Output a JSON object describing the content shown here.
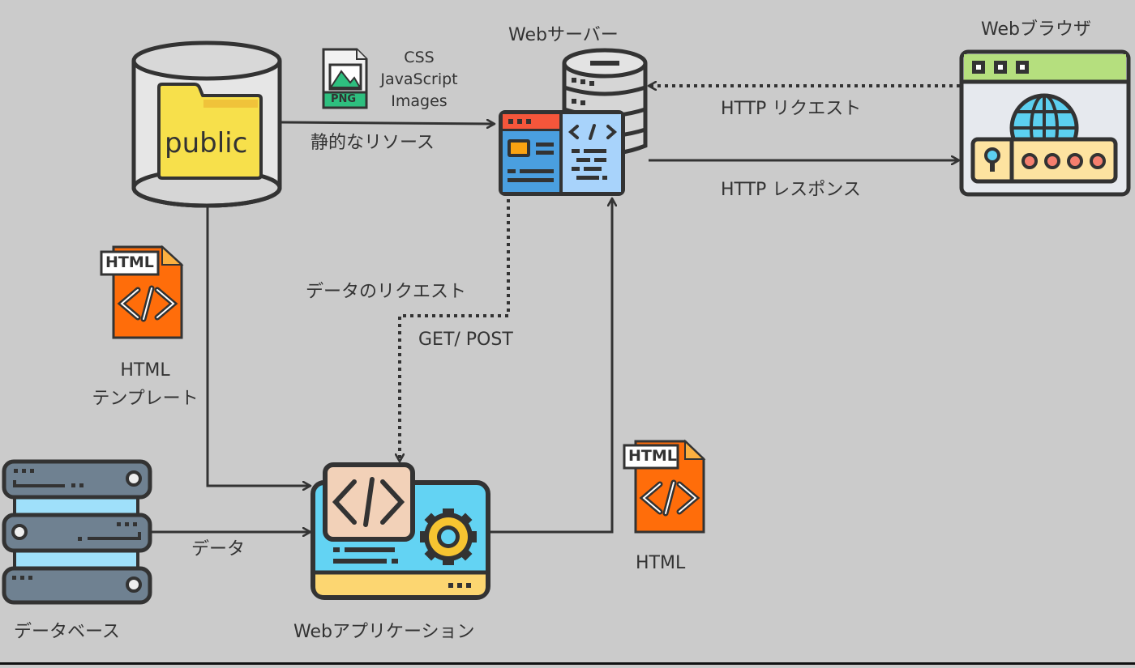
{
  "diagram": {
    "title": "Web application architecture",
    "nodes": {
      "public_store": {
        "label": "public",
        "icon": "folder-cylinder-icon"
      },
      "static_assets": {
        "icon": "png-file-icon",
        "icon_text": "PNG",
        "lines": [
          "CSS",
          "JavaScript",
          "Images"
        ]
      },
      "web_server": {
        "label": "Webサーバー",
        "icon": "web-server-icon"
      },
      "web_browser": {
        "label": "Webブラウザ",
        "icon": "browser-icon"
      },
      "html_template": {
        "icon": "html-file-icon",
        "icon_text": "HTML",
        "lines": [
          "HTML",
          "テンプレート"
        ]
      },
      "database": {
        "label": "データベース",
        "icon": "database-server-icon"
      },
      "web_app": {
        "label": "Webアプリケーション",
        "icon": "web-app-icon"
      },
      "html_output": {
        "icon": "html-file-icon",
        "icon_text": "HTML",
        "label": "HTML"
      }
    },
    "edges": {
      "static_resources": {
        "label": "静的なリソース",
        "from": "public",
        "to": "Webサーバー",
        "style": "solid"
      },
      "http_request": {
        "label": "HTTP リクエスト",
        "from": "Webブラウザ",
        "to": "Webサーバー",
        "style": "dotted"
      },
      "http_response": {
        "label": "HTTP レスポンス",
        "from": "Webサーバー",
        "to": "Webブラウザ",
        "style": "solid"
      },
      "data_request": {
        "label": "データのリクエスト",
        "sublabel": "GET/ POST",
        "from": "Webサーバー",
        "to": "Webアプリケーション",
        "style": "dotted"
      },
      "template_flow": {
        "from": "public",
        "to": "Webアプリケーション",
        "style": "solid"
      },
      "data_flow": {
        "label": "データ",
        "from": "データベース",
        "to": "Webアプリケーション",
        "style": "solid"
      },
      "html_flow": {
        "from": "Webアプリケーション",
        "to": "Webサーバー",
        "style": "solid"
      }
    },
    "colors": {
      "background": "#cbcbcb",
      "stroke": "#333333",
      "folder": "#f7e04b",
      "html_orange": "#ff6d0a",
      "png_green": "#2ebf7f",
      "browser_bar": "#b5df7e",
      "globe": "#5cd0f0",
      "server_window_red": "#f5563b",
      "server_window_blue": "#4a9fe0",
      "code_panel": "#a8d3fb",
      "app_blue": "#63d3f3",
      "app_code": "#f2d1b8",
      "app_gear": "#f6c431",
      "app_footer": "#fcd671",
      "db_gray": "#6f8191",
      "db_light": "#9fe0fa"
    }
  }
}
